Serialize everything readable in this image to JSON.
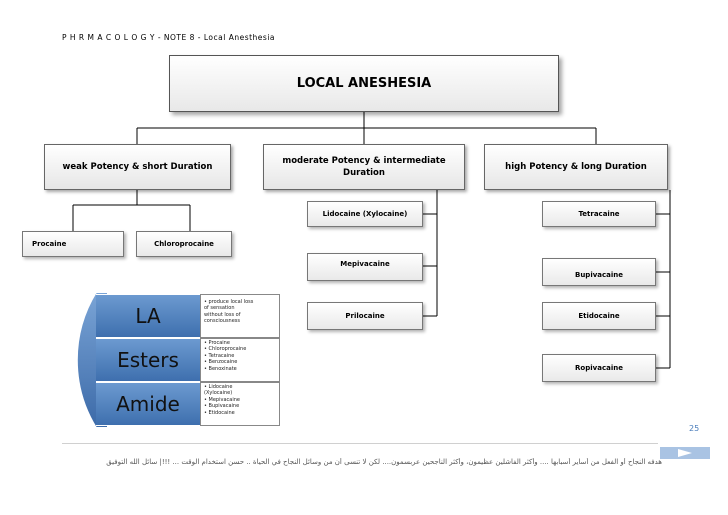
{
  "header": "P H R M A C O L O G Y - NOTE 8 - Local Anesthesia",
  "title": "LOCAL ANESHESIA",
  "categories": {
    "weak": "weak Potency & short Duration",
    "moderate_line1": "moderate Potency & intermediate",
    "moderate_line2": "Duration",
    "high": "high Potency & long Duration"
  },
  "weak_drugs": [
    "Procaine",
    "Chloroprocaine"
  ],
  "moderate_drugs": [
    "Lidocaine (Xylocaine)",
    "Mepivacaine",
    "Prilocaine"
  ],
  "high_drugs": [
    "Tetracaine",
    "Bupivacaine",
    "Etidocaine",
    "Ropivacaine"
  ],
  "la_table": {
    "rows": [
      "LA",
      "Esters",
      "Amide"
    ],
    "la_notes": [
      "• produce local loss",
      "  of sensation",
      "  without loss of",
      "  consciousness"
    ],
    "esters": [
      "• Procaine",
      "• Chloroprocaine",
      "• Tetracaine",
      "• Benzocaine",
      "• Benoxinate"
    ],
    "amides": [
      "• Lidocaine",
      "  (Xylocaine)",
      "• Mepivacaine",
      "• Bupivacaine",
      "• Etidocaine"
    ]
  },
  "page_number": "25",
  "footer_text": "هدفه النجاح أو الفعل من أساير أسبابها .... وأكثر الفاشلين عظيمون، وأكثر الناجحين عربسمون.... لكن لا تنسى أن من وسائل النجاح في الحياة .. حسن استخدام الوقت ... !!!| سائل الله التوفيق",
  "colors": {
    "accent_blue": "#4a7dbb",
    "nav_bar": "#a9c3e3"
  },
  "icons": {
    "nav_arrow": "play-arrow-icon"
  }
}
